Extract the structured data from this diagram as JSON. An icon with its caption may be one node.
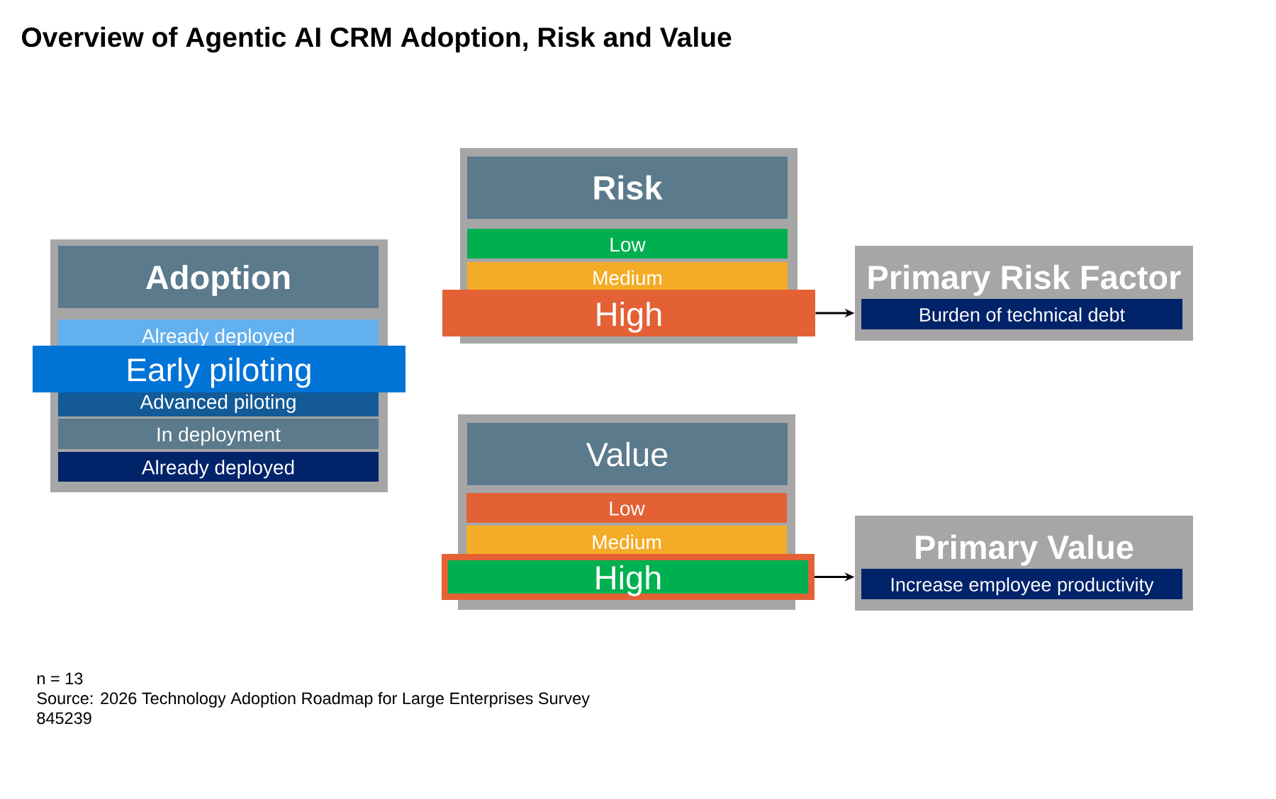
{
  "diagram": {
    "title": "Overview of Agentic AI CRM Adoption, Risk and Value",
    "nodes": [
      {
        "text": [
          "Adoption"
        ]
      },
      {
        "text": [
          "Already deployed"
        ],
        "in": 0
      },
      {
        "text": [
          "Early piloting"
        ]
      },
      {
        "text": [
          "Advanced piloting"
        ],
        "in": 0
      },
      {
        "text": [
          "In deployment"
        ],
        "in": 0
      },
      {
        "text": [
          "Already deployed"
        ],
        "in": 0
      },
      {
        "text": [
          "Risk"
        ]
      },
      {
        "text": [
          "Low"
        ],
        "in": 6
      },
      {
        "text": [
          "Medium"
        ],
        "in": 6
      },
      {
        "text": [
          "High"
        ]
      },
      {
        "text": [
          "Primary Risk Factor"
        ]
      },
      {
        "text": [
          "Burden of technical debt"
        ],
        "in": 10
      },
      {
        "text": [
          "Value"
        ]
      },
      {
        "text": [
          "Low"
        ],
        "in": 12
      },
      {
        "text": [
          "Medium"
        ],
        "in": 12
      },
      {
        "text": [
          "High"
        ]
      },
      {
        "text": [
          "Primary Value"
        ]
      },
      {
        "text": [
          "Increase employee productivity"
        ],
        "in": 16
      }
    ],
    "edges": [
      {
        "from": 9,
        "to": 10,
        "arrow": "to"
      },
      {
        "from": 15,
        "to": 16,
        "arrow": "to"
      }
    ],
    "labels": [
      "n = 13",
      "Source: 2026 Technology Adoption Roadmap for Large Enterprises Survey",
      "845239"
    ]
  }
}
